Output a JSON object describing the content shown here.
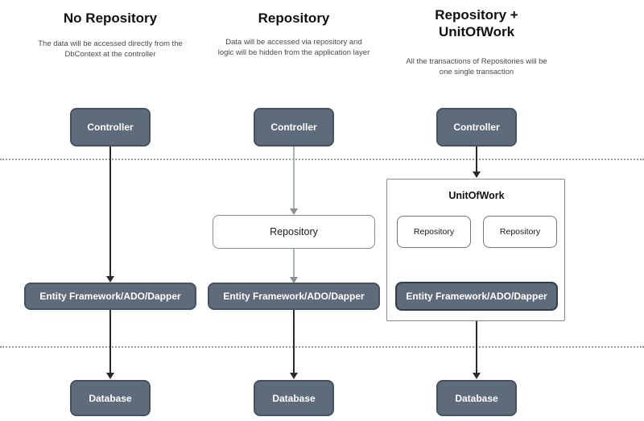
{
  "columns": [
    {
      "title": "No Repository",
      "subtitle": "The data will be accessed directly from the DbContext at the controller",
      "nodes": {
        "controller": "Controller",
        "ef": "Entity Framework/ADO/Dapper",
        "database": "Database"
      }
    },
    {
      "title": "Repository",
      "subtitle": "Data will be accessed via repository and logic will be hidden from the application layer",
      "nodes": {
        "controller": "Controller",
        "repository": "Repository",
        "ef": "Entity Framework/ADO/Dapper",
        "database": "Database"
      }
    },
    {
      "title": "Repository + UnitOfWork",
      "subtitle": "All the transactions of Repositories will be one single transaction",
      "nodes": {
        "controller": "Controller",
        "unitofwork": "UnitOfWork",
        "repository_left": "Repository",
        "repository_right": "Repository",
        "ef": "Entity Framework/ADO/Dapper",
        "database": "Database"
      }
    }
  ],
  "colors": {
    "node_fill": "#5d6b7a",
    "node_border": "#46525f",
    "node_text": "#ffffff",
    "box_border": "#8c8c8c",
    "inner_box_border": "#777777",
    "ef3_border": "#333c45",
    "arrow_dark": "#2a2a2a",
    "arrow_light": "#a9b6b4",
    "arrow_light_head": "#85928f",
    "dotted": "#999999",
    "subtitle_text": "#4a4a4a",
    "title_text": "#111111"
  }
}
